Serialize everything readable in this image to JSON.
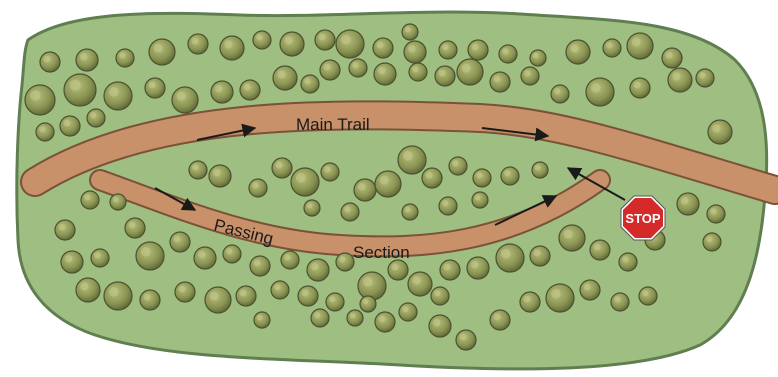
{
  "labels": {
    "main_trail": "Main Trail",
    "passing": "Passing",
    "section": "Section",
    "stop_sign": "STOP"
  },
  "colors": {
    "background": "#ffffff",
    "meadow": "#9fbe82",
    "meadow_edge": "#5f7f50",
    "trail": "#c8916a",
    "trail_edge": "#7a5238",
    "stop_red": "#d42a2a",
    "tree_fill": "#8f9a57",
    "tree_edge": "#4a5230",
    "arrow": "#1a1a1a"
  },
  "icons": {
    "trees": "tree-icon",
    "stop": "stop-sign-icon",
    "arrows": "direction-arrow-icon"
  }
}
